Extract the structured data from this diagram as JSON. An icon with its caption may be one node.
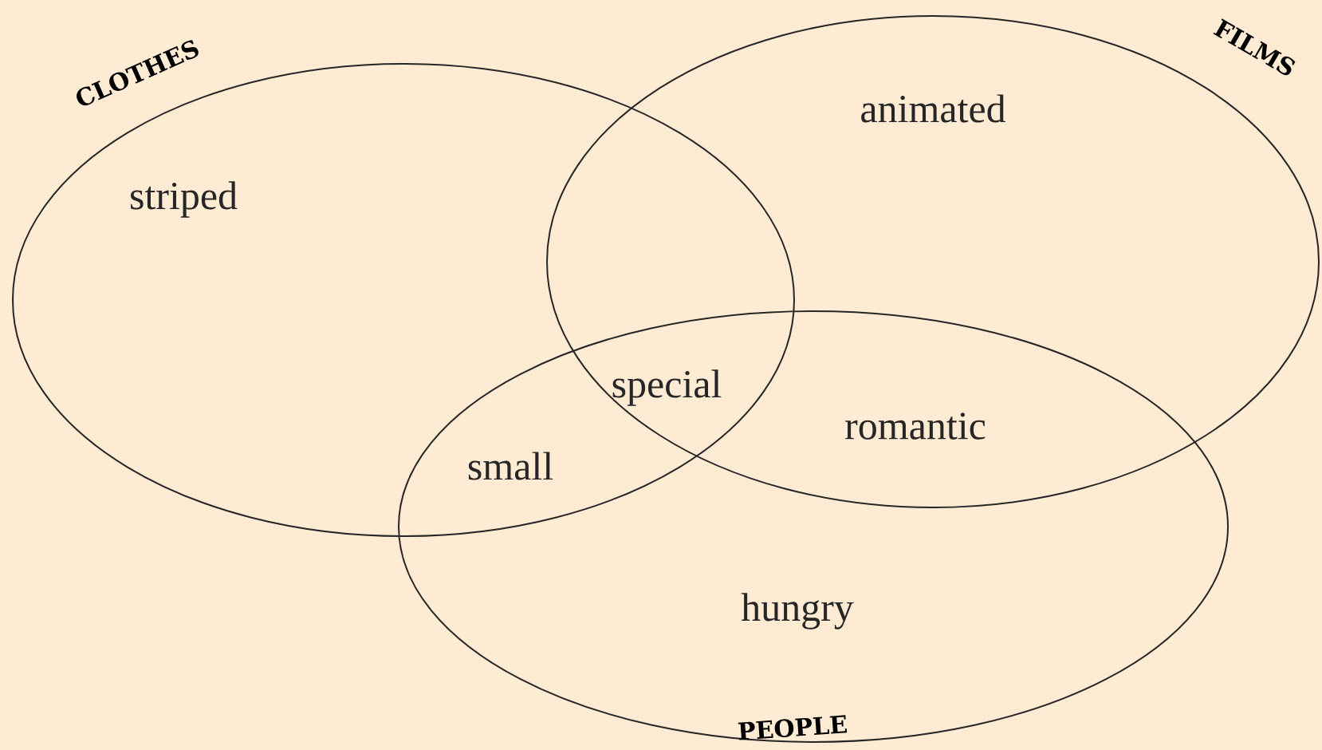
{
  "diagram": {
    "nodes": [
      {
        "text": [
          "CLOTHES"
        ]
      },
      {
        "text": [
          "FILMS"
        ]
      },
      {
        "text": [
          "PEOPLE"
        ]
      }
    ],
    "labels": [
      "animated",
      "striped",
      "special",
      "romantic",
      "small",
      "hungry"
    ]
  }
}
